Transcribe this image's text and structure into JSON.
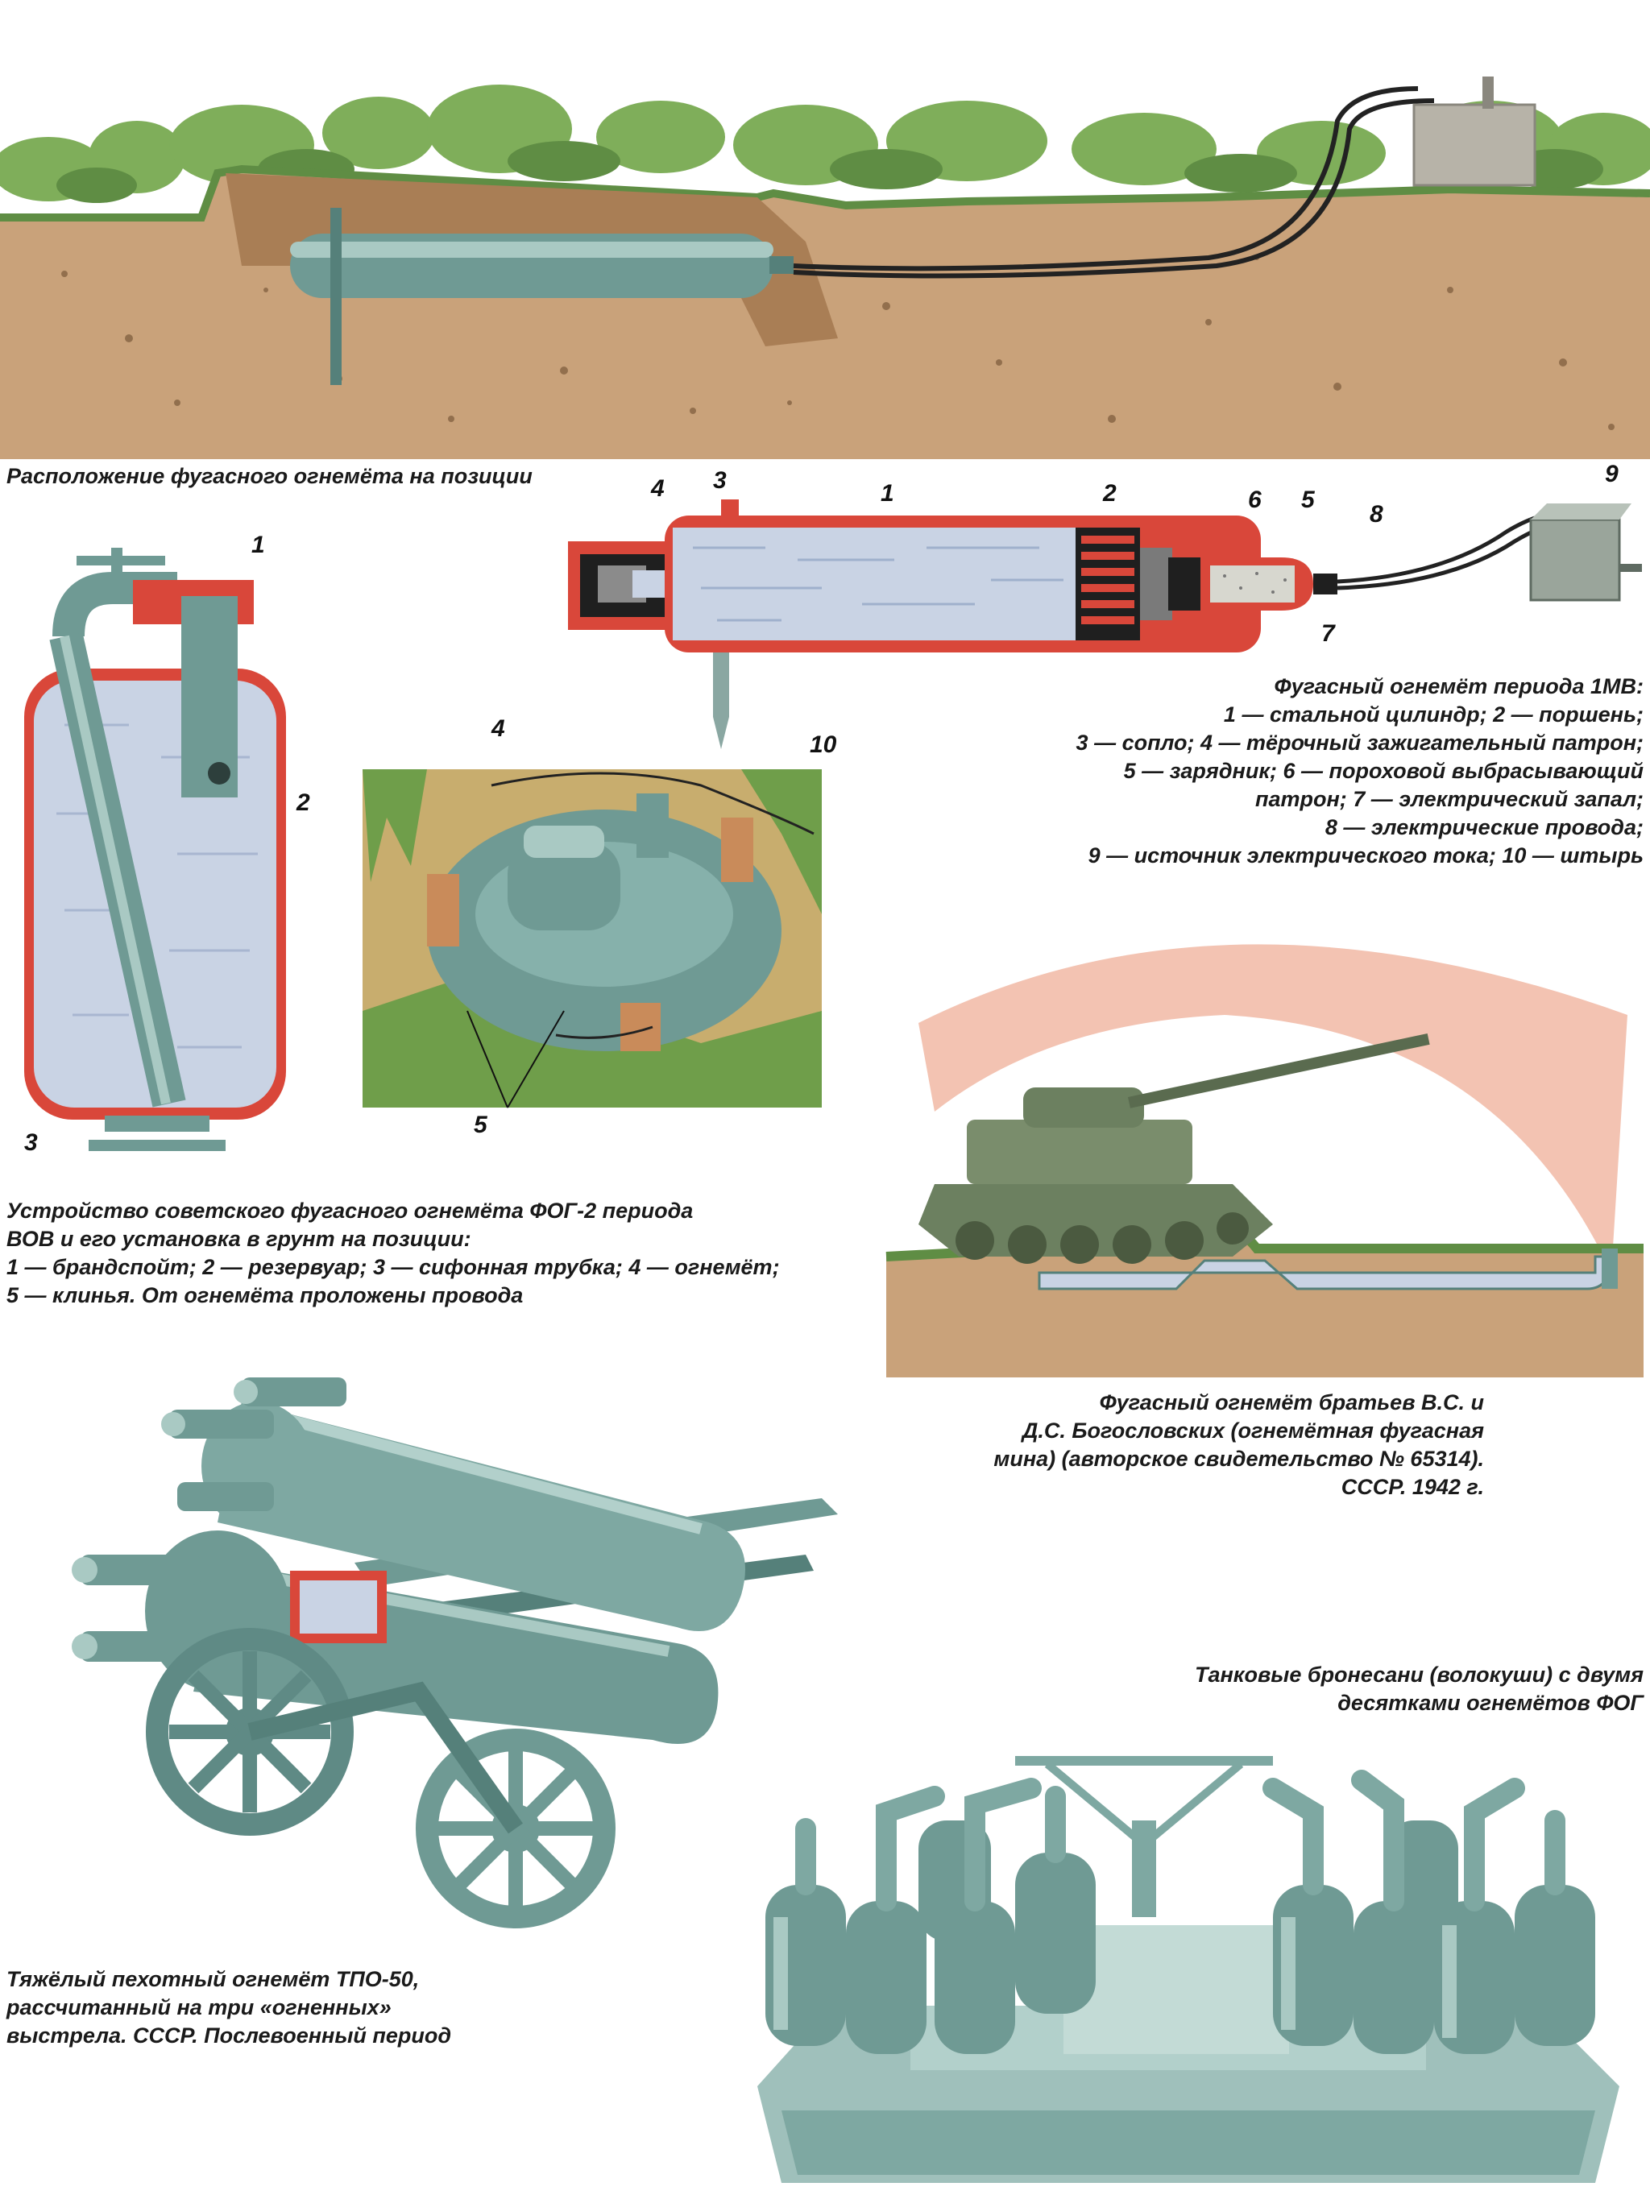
{
  "captions": {
    "position": [
      "Расположение фугасного огнемёта на позиции"
    ],
    "ww1": [
      "Фугасный огнемёт периода 1МВ:",
      "1 — стальной цилиндр; 2 — поршень;",
      "3 — сопло; 4 — тёрочный зажигательный патрон;",
      "5 — зарядник; 6 — пороховой выбрасывающий",
      "патрон; 7 — электрический запал;",
      "8 — электрические провода;",
      "9 — источник электрического тока; 10 — штырь"
    ],
    "fog2": [
      "Устройство советского фугасного огнемёта ФОГ-2 периода",
      "ВОВ и его установка в грунт на позиции:",
      "1 — брандспойт; 2 — резервуар; 3 — сифонная трубка; 4 — огнемёт;",
      "5 — клинья. От огнемёта проложены провода"
    ],
    "bogoslovsky": [
      "Фугасный огнемёт братьев В.С. и",
      "Д.С. Богословских (огнемётная фугасная",
      "мина) (авторское свидетельство № 65314).",
      "СССР. 1942 г."
    ],
    "sledge": [
      "Танковые бронесани (волокуши) с двумя",
      "десятками огнемётов ФОГ"
    ],
    "tpo50": [
      "Тяжёлый пехотный огнемёт ТПО-50,",
      "рассчитанный на три «огненных»",
      "выстрела. СССР. Послевоенный период"
    ]
  },
  "labels": {
    "ww1": [
      "1",
      "2",
      "3",
      "4",
      "5",
      "6",
      "7",
      "8",
      "9",
      "10"
    ],
    "fog2": [
      "1",
      "2",
      "3"
    ],
    "fog2_ground": [
      "4",
      "5"
    ]
  },
  "colors": {
    "sky": "#ffffff",
    "soil": "#c9a27a",
    "soil_dark": "#a97e55",
    "grass": "#6f9e4a",
    "metal": "#6f9a94",
    "metal_light": "#a9c9c3",
    "liquid": "#c9d3e4",
    "shell_red": "#d9473a",
    "flame": "#f1b8a4"
  }
}
